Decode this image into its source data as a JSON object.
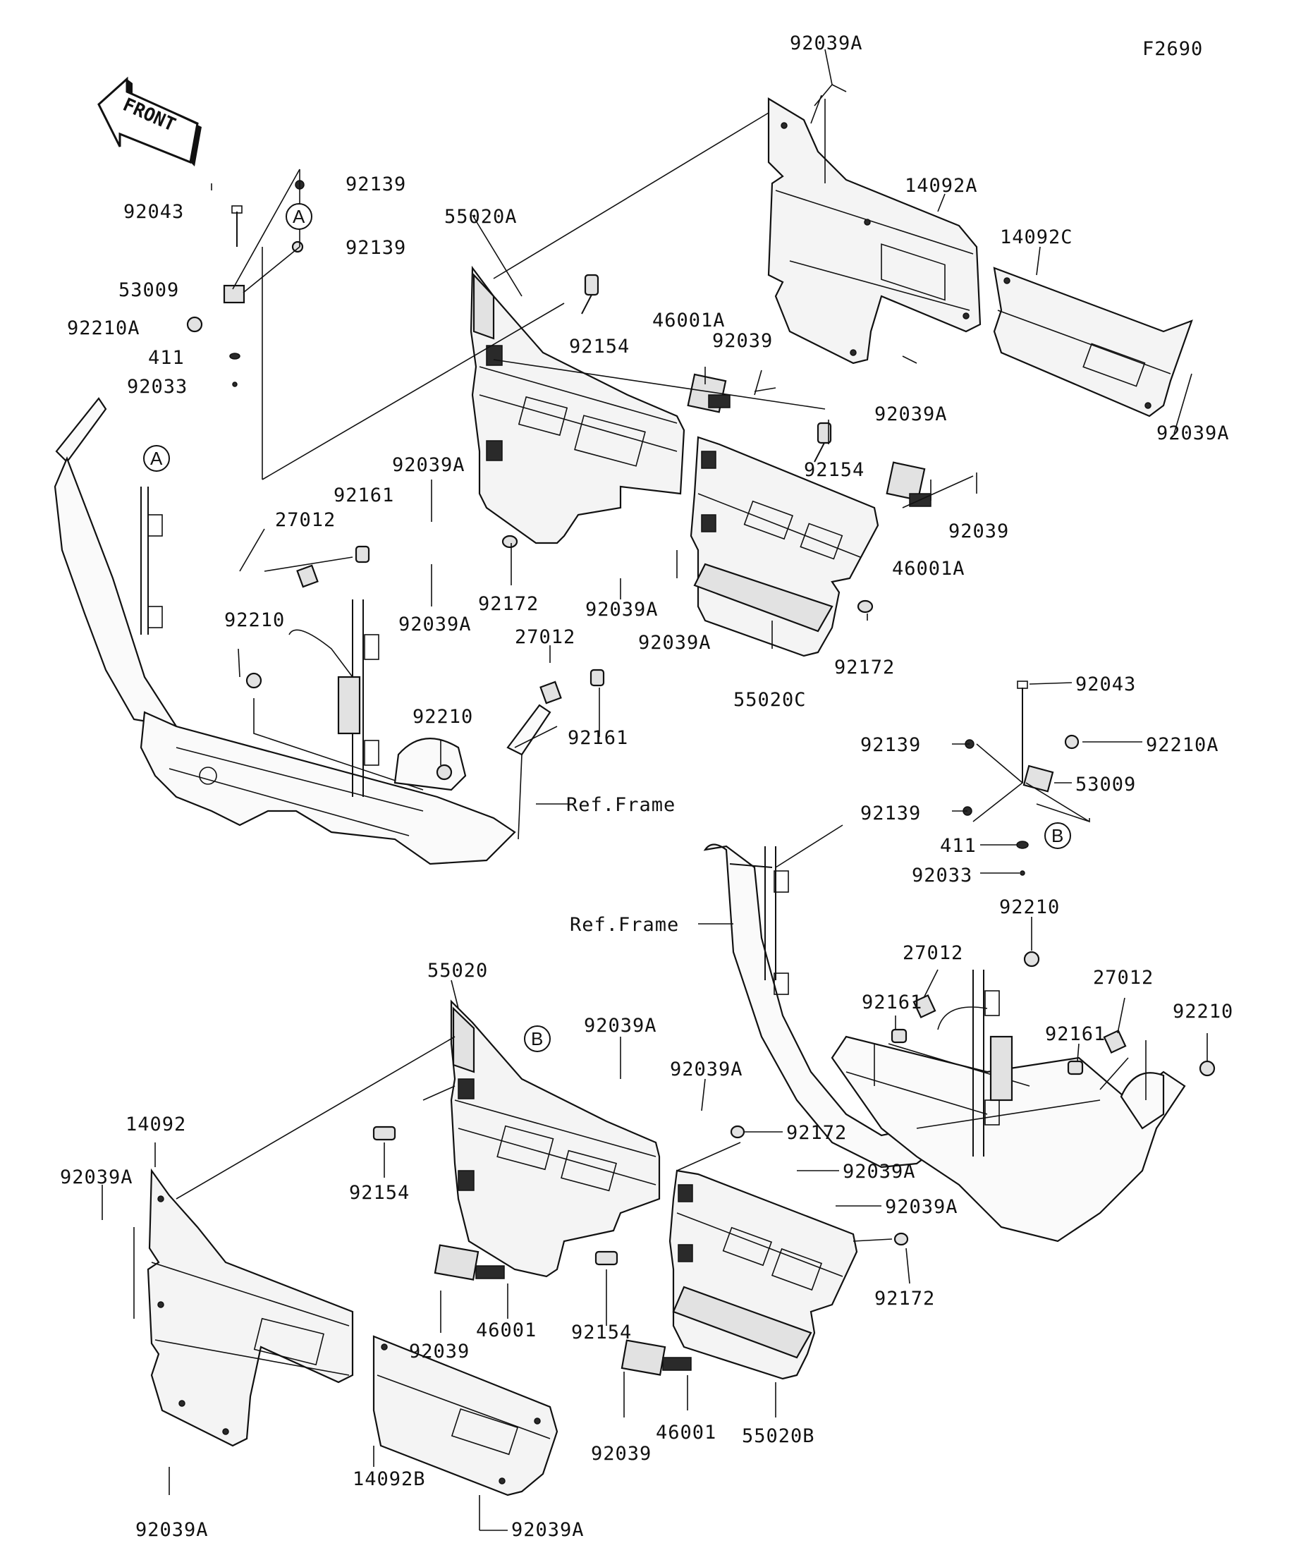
{
  "figure": {
    "id": "F2690",
    "front_label": "FRONT"
  },
  "reference_marks": {
    "A": "A",
    "B": "B"
  },
  "labels": {
    "l_92039A_1": "92039A",
    "l_14092A": "14092A",
    "l_14092C": "14092C",
    "l_92139_1": "92139",
    "l_92043_1": "92043",
    "l_92139_2": "92139",
    "l_53009_1": "53009",
    "l_92210A_1": "92210A",
    "l_411_1": "411",
    "l_92033_1": "92033",
    "l_55020A": "55020A",
    "l_92154_1": "92154",
    "l_46001A_1": "46001A",
    "l_92039_1": "92039",
    "l_92039A_2": "92039A",
    "l_92039A_3": "92039A",
    "l_92039A_4": "92039A",
    "l_92154_2": "92154",
    "l_92161_1": "92161",
    "l_27012_1": "27012",
    "l_92039_2": "92039",
    "l_46001A_2": "46001A",
    "l_92039A_5": "92039A",
    "l_92172_1": "92172",
    "l_92039A_6": "92039A",
    "l_92039A_7": "92039A",
    "l_92210_1": "92210",
    "l_27012_2": "27012",
    "l_92172_2": "92172",
    "l_92161_2": "92161",
    "l_55020C": "55020C",
    "l_92210_2": "92210",
    "l_92043_2": "92043",
    "l_92139_3": "92139",
    "l_92210A_2": "92210A",
    "l_53009_2": "53009",
    "l_ref_frame_1": "Ref.Frame",
    "l_92139_4": "92139",
    "l_411_2": "411",
    "l_92033_2": "92033",
    "l_ref_frame_2": "Ref.Frame",
    "l_92210_3": "92210",
    "l_27012_3": "27012",
    "l_55020": "55020",
    "l_92161_3": "92161",
    "l_27012_4": "27012",
    "l_92161_4": "92161",
    "l_92210_4": "92210",
    "l_92039A_8": "92039A",
    "l_92039A_9": "92039A",
    "l_14092": "14092",
    "l_92172_3": "92172",
    "l_92039A_10": "92039A",
    "l_92039A_11": "92039A",
    "l_92154_3": "92154",
    "l_92039A_12": "92039A",
    "l_92172_4": "92172",
    "l_46001_1": "46001",
    "l_92039_3": "92039",
    "l_92154_4": "92154",
    "l_46001_2": "46001",
    "l_92039_4": "92039",
    "l_55020B": "55020B",
    "l_14092B": "14092B",
    "l_92039A_13": "92039A",
    "l_92039A_14": "92039A"
  }
}
